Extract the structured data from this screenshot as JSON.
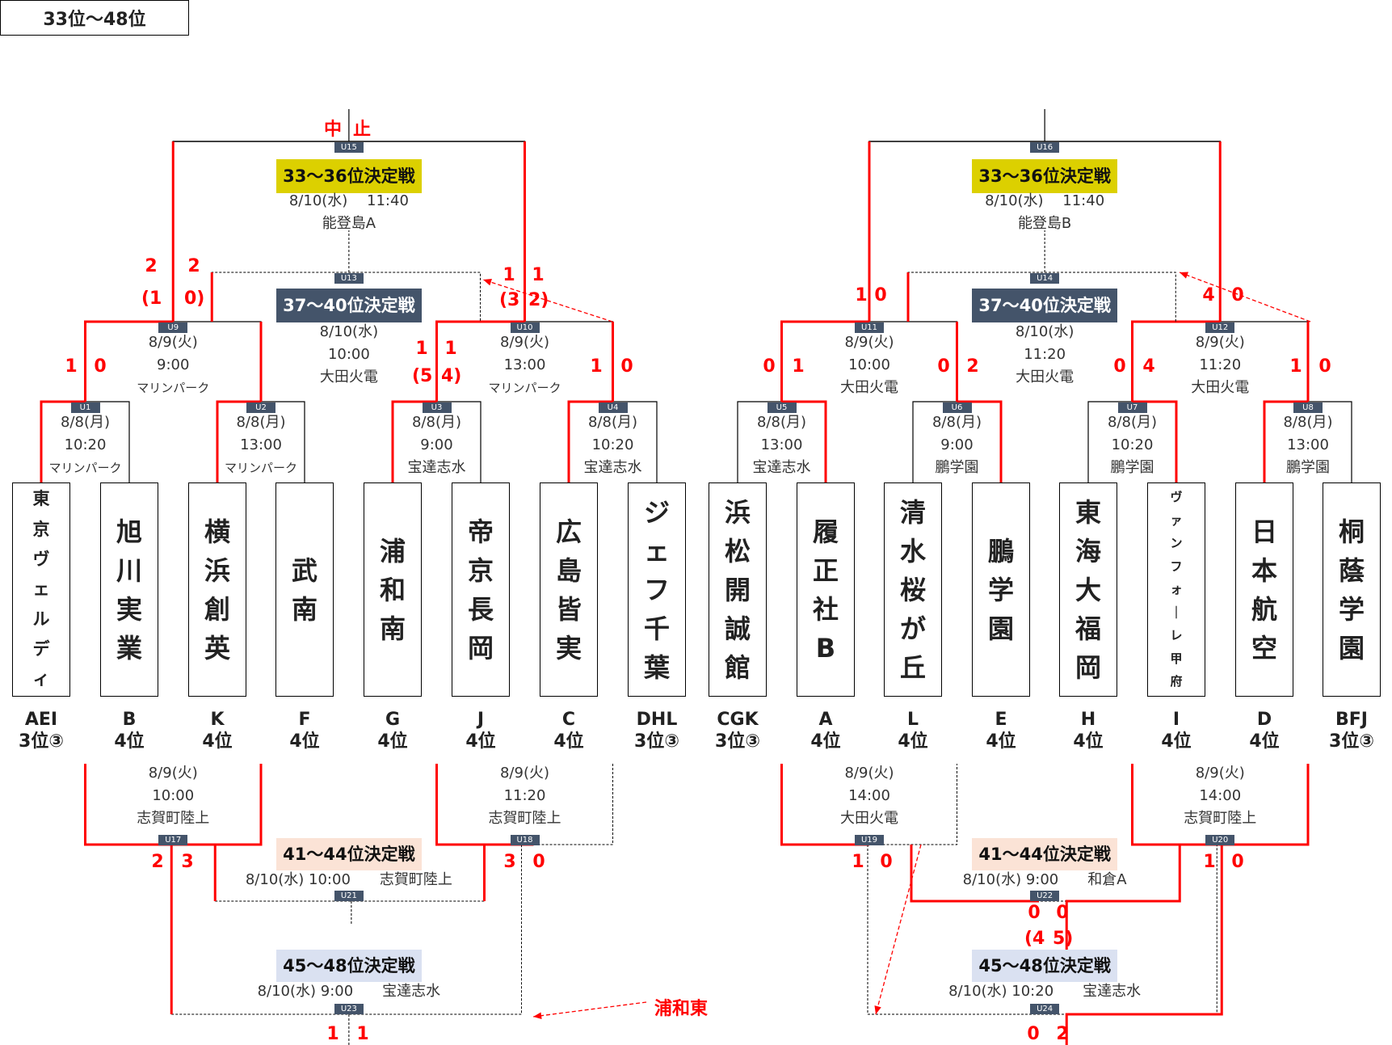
{
  "title": "33位〜48位",
  "stop_note": "中止",
  "annotation_team": "浦和東",
  "colors": {
    "winner_line": "#ff0000",
    "line": "#000000",
    "label_bg": "#44546a",
    "stage_33_36": "#dcd000",
    "stage_37_40": "#44546a",
    "stage_41_44": "#fbe3d6",
    "stage_45_48": "#dae1f1",
    "score": "#ff0000"
  },
  "teams": [
    {
      "name": "東京ヴェルディ",
      "code": "AEI",
      "rank": "3位③"
    },
    {
      "name": "旭川実業",
      "code": "B",
      "rank": "4位"
    },
    {
      "name": "横浜創英",
      "code": "K",
      "rank": "4位"
    },
    {
      "name": "武南",
      "code": "F",
      "rank": "4位"
    },
    {
      "name": "浦和南",
      "code": "G",
      "rank": "4位"
    },
    {
      "name": "帝京長岡",
      "code": "J",
      "rank": "4位"
    },
    {
      "name": "広島皆実",
      "code": "C",
      "rank": "4位"
    },
    {
      "name": "ジェフ千葉",
      "code": "DHL",
      "rank": "3位③"
    },
    {
      "name": "浜松開誠館",
      "code": "CGK",
      "rank": "3位③"
    },
    {
      "name": "履正社B",
      "code": "A",
      "rank": "4位"
    },
    {
      "name": "清水桜が丘",
      "code": "L",
      "rank": "4位"
    },
    {
      "name": "鵬学園",
      "code": "E",
      "rank": "4位"
    },
    {
      "name": "東海大福岡",
      "code": "H",
      "rank": "4位"
    },
    {
      "name": "ヴァンフォーレ甲府",
      "code": "I",
      "rank": "4位"
    },
    {
      "name": "日本航空",
      "code": "D",
      "rank": "4位"
    },
    {
      "name": "桐蔭学園",
      "code": "BFJ",
      "rank": "3位③"
    }
  ],
  "round1": [
    {
      "id": "U1",
      "date": "8/8(月)",
      "time": "10:20",
      "venue": "マリンパーク",
      "score": [
        "1",
        "0"
      ]
    },
    {
      "id": "U2",
      "date": "8/8(月)",
      "time": "13:00",
      "venue": "マリンパーク",
      "score": [
        "",
        ""
      ]
    },
    {
      "id": "U3",
      "date": "8/8(月)",
      "time": "9:00",
      "venue": "宝達志水",
      "score": [
        "1",
        "1"
      ],
      "pk": [
        "(5",
        "4)"
      ]
    },
    {
      "id": "U4",
      "date": "8/8(月)",
      "time": "10:20",
      "venue": "宝達志水",
      "score": [
        "1",
        "0"
      ]
    },
    {
      "id": "U5",
      "date": "8/8(月)",
      "time": "13:00",
      "venue": "宝達志水",
      "score": [
        "0",
        "1"
      ]
    },
    {
      "id": "U6",
      "date": "8/8(月)",
      "time": "9:00",
      "venue": "鵬学園",
      "score": [
        "0",
        "2"
      ]
    },
    {
      "id": "U7",
      "date": "8/8(月)",
      "time": "10:20",
      "venue": "鵬学園",
      "score": [
        "0",
        "4"
      ]
    },
    {
      "id": "U8",
      "date": "8/8(月)",
      "time": "13:00",
      "venue": "鵬学園",
      "score": [
        "1",
        "0"
      ]
    }
  ],
  "round2": [
    {
      "id": "U9",
      "date": "8/9(火)",
      "time": "9:00",
      "venue": "マリンパーク",
      "score": [
        "2",
        "2"
      ],
      "pk": [
        "(1",
        "0)"
      ]
    },
    {
      "id": "U10",
      "date": "8/9(火)",
      "time": "13:00",
      "venue": "マリンパーク",
      "score": [
        "1",
        "1"
      ],
      "pk": [
        "(3",
        "2)"
      ]
    },
    {
      "id": "U11",
      "date": "8/9(火)",
      "time": "10:00",
      "venue": "大田火電",
      "score": [
        "1",
        "0"
      ]
    },
    {
      "id": "U12",
      "date": "8/9(火)",
      "time": "11:20",
      "venue": "大田火電",
      "score": [
        "4",
        "0"
      ]
    }
  ],
  "finals": [
    {
      "id": "U15",
      "stage": "33〜36位決定戦",
      "date": "8/10(水)",
      "time": "11:40",
      "venue": "能登島A"
    },
    {
      "id": "U16",
      "stage": "33〜36位決定戦",
      "date": "8/10(水)",
      "time": "11:40",
      "venue": "能登島B"
    },
    {
      "id": "U13",
      "stage": "37〜40位決定戦",
      "date": "8/10(水)",
      "time": "10:00",
      "venue": "大田火電"
    },
    {
      "id": "U14",
      "stage": "37〜40位決定戦",
      "date": "8/10(水)",
      "time": "11:20",
      "venue": "大田火電"
    }
  ],
  "consolation_r1": [
    {
      "id": "U17",
      "date": "8/9(火)",
      "time": "10:00",
      "venue": "志賀町陸上",
      "score": [
        "2",
        "3"
      ]
    },
    {
      "id": "U18",
      "date": "8/9(火)",
      "time": "11:20",
      "venue": "志賀町陸上",
      "score": [
        "3",
        "0"
      ]
    },
    {
      "id": "U19",
      "date": "8/9(火)",
      "time": "14:00",
      "venue": "大田火電",
      "score": [
        "1",
        "0"
      ]
    },
    {
      "id": "U20",
      "date": "8/9(火)",
      "time": "14:00",
      "venue": "志賀町陸上",
      "score": [
        "1",
        "0"
      ]
    }
  ],
  "consolation_finals": [
    {
      "id": "U21",
      "stage": "41〜44位決定戦",
      "date": "8/10(水)",
      "time": "10:00",
      "venue": "志賀町陸上",
      "score": [
        "",
        ""
      ]
    },
    {
      "id": "U22",
      "stage": "41〜44位決定戦",
      "date": "8/10(水)",
      "time": "9:00",
      "venue": "和倉A",
      "score": [
        "0",
        "0"
      ],
      "pk": [
        "(4",
        "5)"
      ]
    },
    {
      "id": "U23",
      "stage": "45〜48位決定戦",
      "date": "8/10(水)",
      "time": "9:00",
      "venue": "宝達志水",
      "score": [
        "1",
        "1"
      ]
    },
    {
      "id": "U24",
      "stage": "45〜48位決定戦",
      "date": "8/10(水)",
      "time": "10:20",
      "venue": "宝達志水",
      "score": [
        "0",
        "2"
      ]
    }
  ]
}
